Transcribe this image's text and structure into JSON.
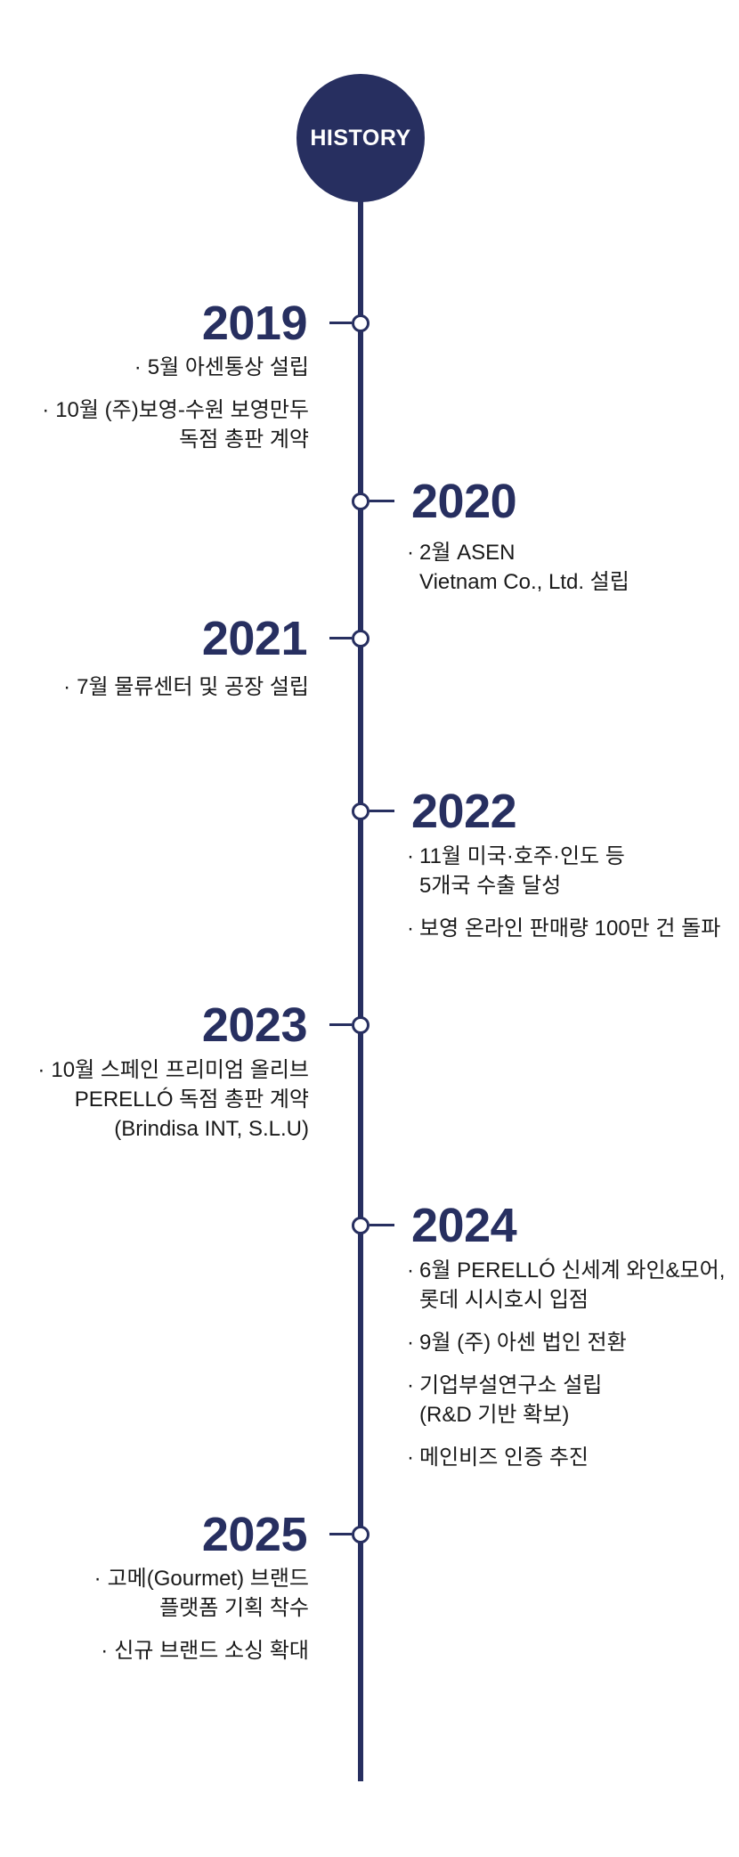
{
  "badge": {
    "label": "HISTORY"
  },
  "colors": {
    "navy": "#272F60",
    "body_text": "#1A1A1A",
    "background": "#FFFFFF"
  },
  "timeline": {
    "bullet": "·",
    "milestones": [
      {
        "year": "2019",
        "side": "left",
        "items": [
          {
            "lines": [
              "5월 아센통상 설립"
            ]
          },
          {
            "lines": [
              "10월 (주)보영-수원 보영만두",
              "독점 총판 계약"
            ]
          }
        ]
      },
      {
        "year": "2020",
        "side": "right",
        "items": [
          {
            "lines": [
              "2월 ASEN",
              "Vietnam Co., Ltd. 설립"
            ]
          }
        ]
      },
      {
        "year": "2021",
        "side": "left",
        "items": [
          {
            "lines": [
              "7월 물류센터 및 공장 설립"
            ]
          }
        ]
      },
      {
        "year": "2022",
        "side": "right",
        "items": [
          {
            "lines": [
              "11월 미국·호주·인도 등",
              "5개국 수출 달성"
            ]
          },
          {
            "lines": [
              "보영 온라인 판매량 100만 건 돌파"
            ]
          }
        ]
      },
      {
        "year": "2023",
        "side": "left",
        "items": [
          {
            "lines": [
              "10월 스페인 프리미엄 올리브",
              "PERELLÓ 독점 총판 계약",
              "(Brindisa INT, S.L.U)"
            ]
          }
        ]
      },
      {
        "year": "2024",
        "side": "right",
        "items": [
          {
            "lines": [
              "6월 PERELLÓ 신세계 와인&모어,",
              "롯데 시시호시 입점"
            ]
          },
          {
            "lines": [
              "9월 (주) 아센 법인 전환"
            ]
          },
          {
            "lines": [
              "기업부설연구소 설립",
              "(R&D 기반 확보)"
            ]
          },
          {
            "lines": [
              "메인비즈 인증 추진"
            ]
          }
        ]
      },
      {
        "year": "2025",
        "side": "left",
        "items": [
          {
            "lines": [
              "고메(Gourmet) 브랜드",
              "플랫폼 기획 착수"
            ]
          },
          {
            "lines": [
              "신규 브랜드 소싱 확대"
            ]
          }
        ]
      }
    ]
  }
}
